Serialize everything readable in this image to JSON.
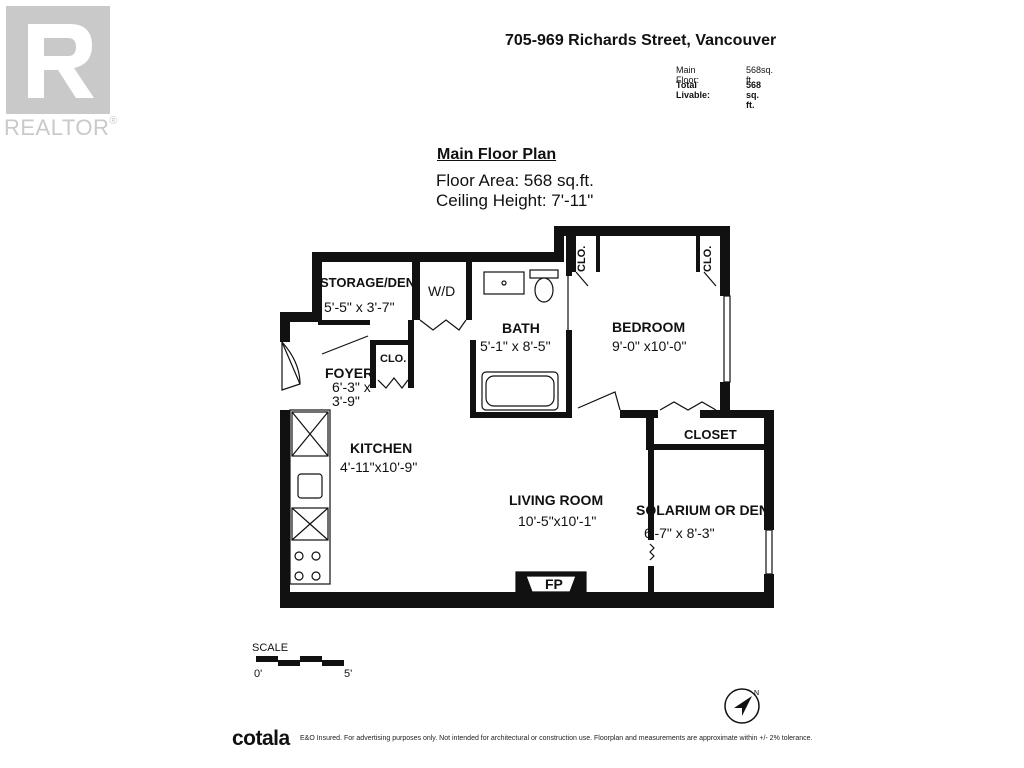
{
  "header": {
    "address": "705-969 Richards Street, Vancouver",
    "area_rows": [
      {
        "label": "Main Floor:",
        "value": "568sq. ft."
      },
      {
        "label": "Total Livable:",
        "value": "568 sq. ft."
      }
    ]
  },
  "realtor_logo": {
    "wordmark": "REALTOR",
    "registered": "®"
  },
  "plan": {
    "title": "Main Floor Plan",
    "floor_area": "Floor Area: 568 sq.ft.",
    "ceiling_height": "Ceiling Height: 7'-11\""
  },
  "rooms": {
    "storage": {
      "name": "STORAGE/DEN",
      "dims": "5'-5\" x 3'-7\""
    },
    "wd": {
      "name": "W/D"
    },
    "bath": {
      "name": "BATH",
      "dims": "5'-1\" x 8'-5\""
    },
    "bedroom": {
      "name": "BEDROOM",
      "dims": "9'-0\" x10'-0\""
    },
    "clo_bath": {
      "name": "CLO."
    },
    "clo_bedroom": {
      "name": "CLO."
    },
    "clo_foyer": {
      "name": "CLO."
    },
    "foyer": {
      "name": "FOYER",
      "dims_line1": "6'-3\" x",
      "dims_line2": "3'-9\""
    },
    "kitchen": {
      "name": "KITCHEN",
      "dims": "4'-11\"x10'-9\""
    },
    "living": {
      "name": "LIVING ROOM",
      "dims": "10'-5\"x10'-1\""
    },
    "closet": {
      "name": "CLOSET"
    },
    "solarium": {
      "name": "SOLARIUM OR DEN",
      "dims": "6'-7\" x 8'-3\""
    },
    "fireplace": {
      "name": "FP"
    }
  },
  "scale": {
    "label": "SCALE",
    "start": "0'",
    "end": "5'"
  },
  "compass": {
    "icon": "north-arrow-icon"
  },
  "footer": {
    "brand": "cotala",
    "disclaimer": "E&O Insured. For advertising purposes only. Not intended for architectural or construction use. Floorplan and measurements are approximate within +/- 2% tolerance."
  },
  "colors": {
    "wall": "#111111",
    "logo_grey": "#c9c9c9"
  }
}
